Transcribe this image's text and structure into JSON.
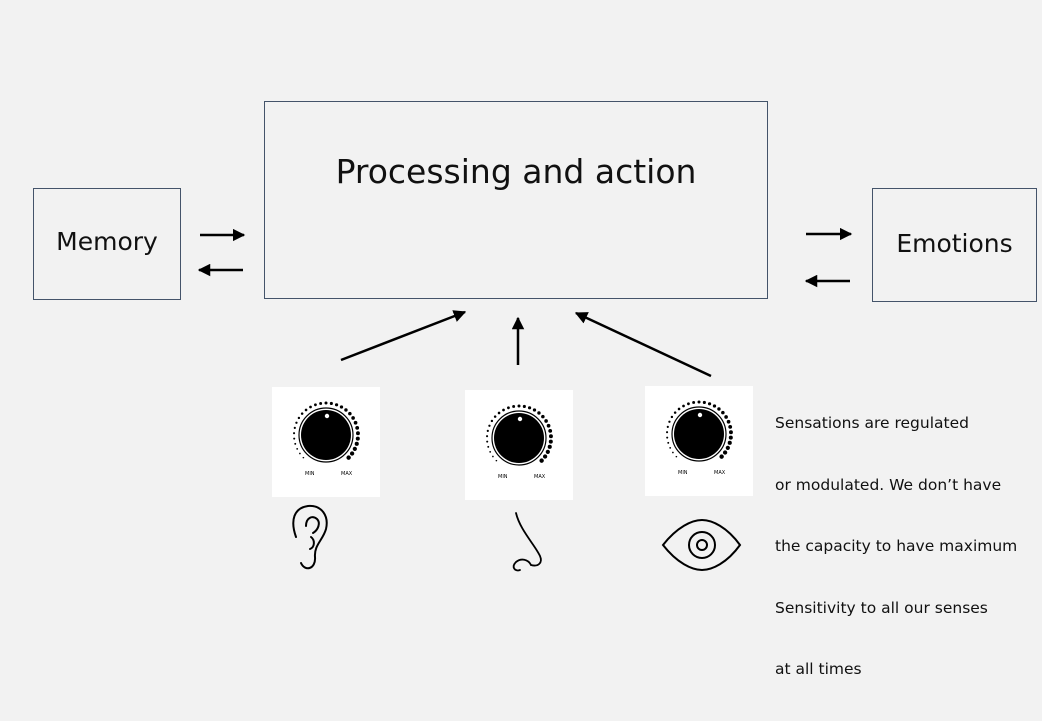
{
  "diagram": {
    "memory_label": "Memory",
    "processing_label": "Processing and action",
    "emotions_label": "Emotions",
    "knob_min_label": "MIN",
    "knob_max_label": "MAX",
    "note_lines": [
      "Sensations are regulated",
      "or modulated. We don’t have",
      "the capacity to have maximum",
      "Sensitivity to all our senses",
      "at all times"
    ],
    "sense_icons": [
      "ear-icon",
      "nose-icon",
      "eye-icon"
    ],
    "colors": {
      "background": "#f2f2f2",
      "box_border": "#44546a",
      "arrow": "#000000",
      "knob_card": "#ffffff"
    }
  }
}
